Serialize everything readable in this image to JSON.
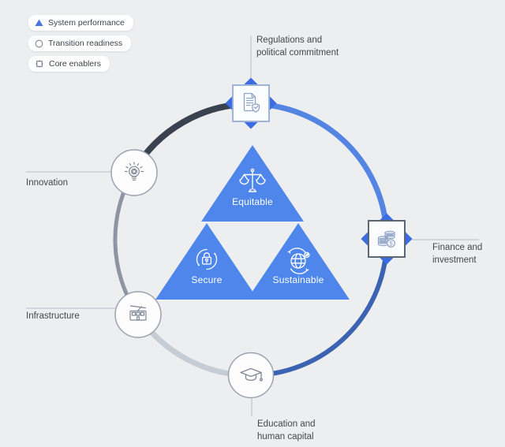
{
  "legend": {
    "items": [
      {
        "id": "system-performance",
        "label": "System performance",
        "icon": "triangle-icon"
      },
      {
        "id": "transition-readiness",
        "label": "Transition readiness",
        "icon": "circle-icon"
      },
      {
        "id": "core-enablers",
        "label": "Core enablers",
        "icon": "square-nodes-icon"
      }
    ]
  },
  "center_triangles": {
    "equitable": {
      "label": "Equitable",
      "icon": "scales-icon"
    },
    "secure": {
      "label": "Secure",
      "icon": "padlock-icon"
    },
    "sustainable": {
      "label": "Sustainable",
      "icon": "globe-leaf-icon"
    }
  },
  "outer_nodes": {
    "regulations": {
      "line1": "Regulations and",
      "line2": "political commitment",
      "icon": "document-shield-icon",
      "category": "core-enablers"
    },
    "finance": {
      "line1": "Finance and",
      "line2": "investment",
      "icon": "coins-dollar-icon",
      "category": "core-enablers"
    },
    "education": {
      "line1": "Education and",
      "line2": "human capital",
      "icon": "graduation-cap-icon",
      "category": "transition-readiness"
    },
    "infrastructure": {
      "label": "Infrastructure",
      "icon": "building-icon",
      "category": "transition-readiness"
    },
    "innovation": {
      "label": "Innovation",
      "icon": "lightbulb-gear-icon",
      "category": "transition-readiness"
    }
  },
  "colors": {
    "background": "#edeef0",
    "triangle_fill": "#4e86ec",
    "diamond_fill": "#3b6ce0",
    "arc_regulations_to_finance": "#5585e3",
    "arc_finance_to_education": "#3c63b2",
    "arc_education_to_infrastructure": "#c6ccd4",
    "arc_infrastructure_to_innovation": "#8d95a3",
    "arc_innovation_to_regulations": "#3a414f",
    "node_circle_border": "#9aa3ae",
    "square_border_regulations": "#9db3d9",
    "square_border_finance": "#5d6673",
    "square_icon_stroke": "#8fa3c6",
    "circle_icon_stroke": "#7e8794",
    "label_text": "#42474f",
    "leader_line": "#b8bec7",
    "legend_triangle": "#4576e0"
  }
}
